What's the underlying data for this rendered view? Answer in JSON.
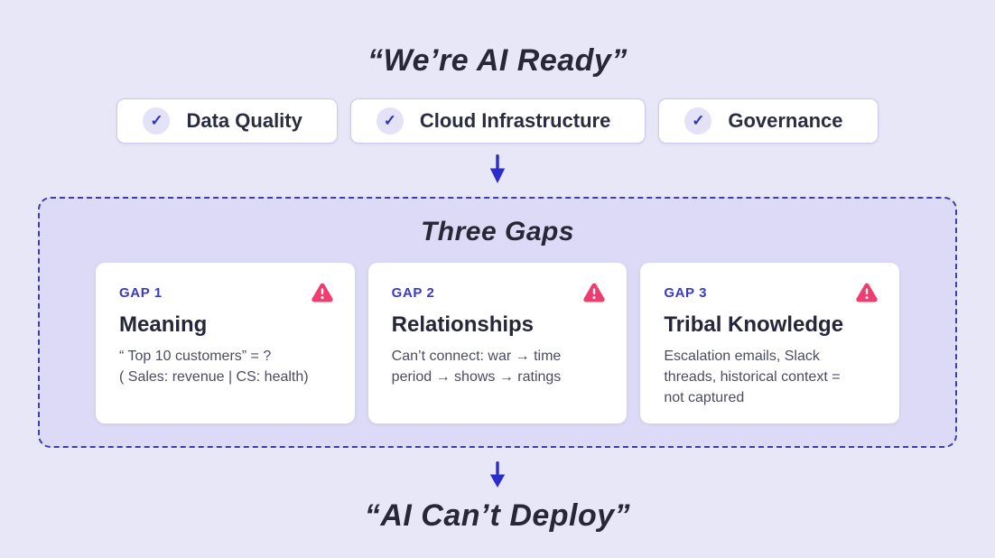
{
  "colors": {
    "background": "#e8e7f7",
    "panel_fill": "#dcdaf6",
    "panel_dash_border": "#3f3ea2",
    "accent_indigo": "#2b2ccc",
    "gap_tag_indigo": "#3a3ac9",
    "warning_pink": "#ee3d6e",
    "text_dark": "#262838",
    "text_gray": "#4c4c60",
    "card_white": "#ffffff"
  },
  "header": {
    "title": "“We’re AI Ready”"
  },
  "readiness_pills": [
    {
      "label": "Data Quality",
      "icon": "check-icon"
    },
    {
      "label": "Cloud Infrastructure",
      "icon": "check-icon"
    },
    {
      "label": "Governance",
      "icon": "check-icon"
    }
  ],
  "check_glyph": "✓",
  "gaps_panel": {
    "title": "Three Gaps",
    "cards": [
      {
        "tag": "GAP 1",
        "icon": "warning-icon",
        "title": "Meaning",
        "lines": [
          "“ Top 10 customers” = ?",
          "( Sales: revenue | CS: health)"
        ]
      },
      {
        "tag": "GAP 2",
        "icon": "warning-icon",
        "title": "Relationships",
        "lines": [
          "Can’t connect: war → time",
          "period → shows → ratings"
        ]
      },
      {
        "tag": "GAP 3",
        "icon": "warning-icon",
        "title": "Tribal Knowledge",
        "lines": [
          "Escalation emails, Slack",
          "threads, historical context =",
          "not captured"
        ]
      }
    ]
  },
  "footer": {
    "title": "“AI Can’t Deploy”"
  }
}
